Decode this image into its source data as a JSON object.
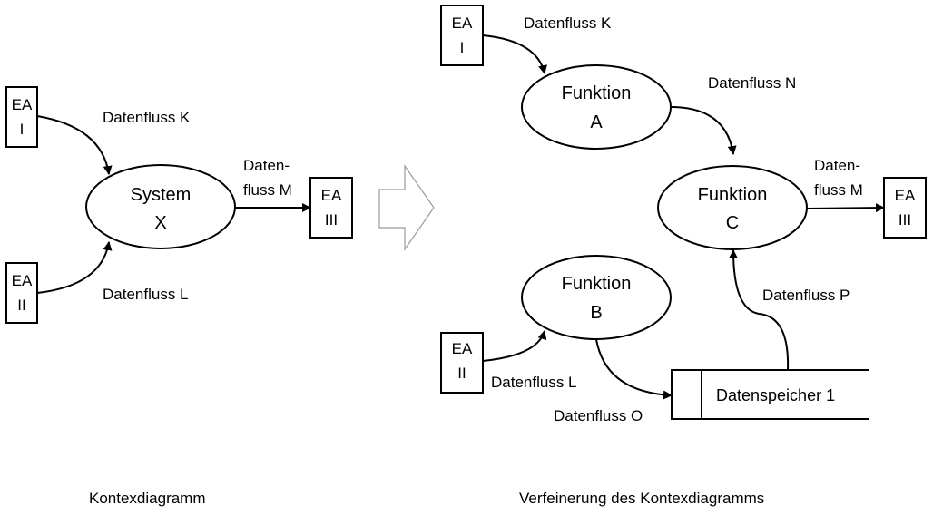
{
  "left": {
    "entity_in1": [
      "EA",
      "I"
    ],
    "entity_in2": [
      "EA",
      "II"
    ],
    "entity_out": [
      "EA",
      "III"
    ],
    "system": [
      "System",
      "X"
    ],
    "flow_k": "Datenfluss K",
    "flow_l": "Datenfluss L",
    "flow_m": [
      "Daten-",
      "fluss M"
    ],
    "caption": "Kontexdiagramm"
  },
  "right": {
    "entity_in1": [
      "EA",
      "I"
    ],
    "entity_in2": [
      "EA",
      "II"
    ],
    "entity_out": [
      "EA",
      "III"
    ],
    "func_a": [
      "Funktion",
      "A"
    ],
    "func_b": [
      "Funktion",
      "B"
    ],
    "func_c": [
      "Funktion",
      "C"
    ],
    "store": "Datenspeicher 1",
    "flow_k": "Datenfluss K",
    "flow_l": "Datenfluss L",
    "flow_n": "Datenfluss N",
    "flow_o": "Datenfluss O",
    "flow_p": "Datenfluss P",
    "flow_m": [
      "Daten-",
      "fluss M"
    ],
    "caption": "Verfeinerung des Kontexdiagramms"
  }
}
